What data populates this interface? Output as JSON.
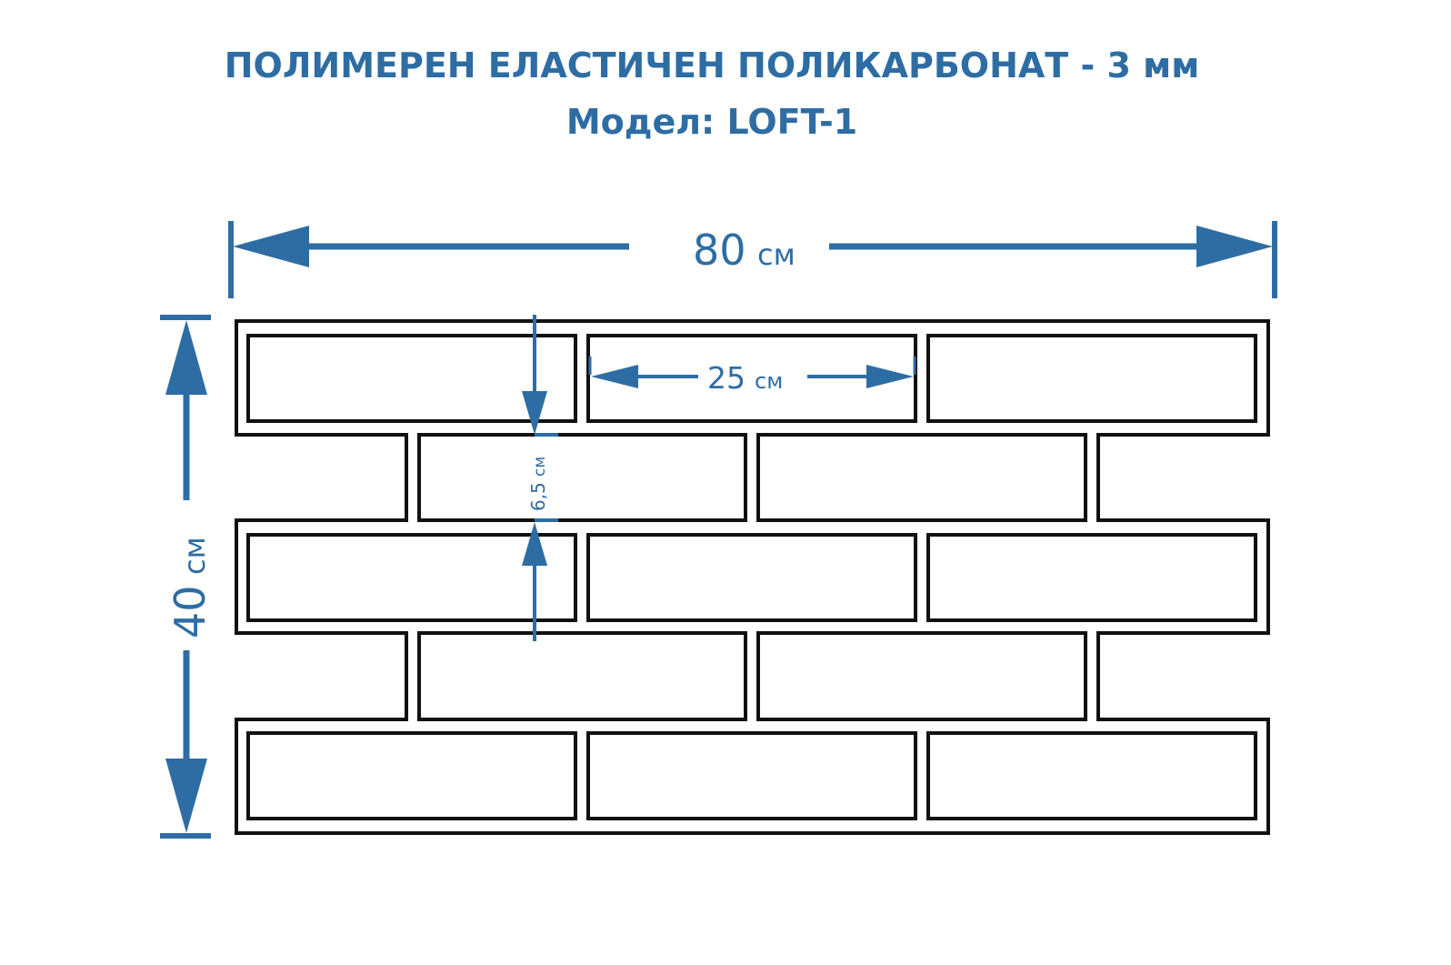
{
  "title": "ПОЛИМЕРЕН ЕЛАСТИЧЕН ПОЛИКАРБОНАТ - 3 мм",
  "subtitle": "Модел: LOFT-1",
  "dimensions": {
    "width": {
      "value": "80",
      "unit": "см"
    },
    "height": {
      "value": "40",
      "unit": "см"
    },
    "brick_length": {
      "value": "25",
      "unit": "см"
    },
    "brick_height": {
      "value": "6,5",
      "unit": "см"
    }
  },
  "colors": {
    "accent": "#2e6da4",
    "outline": "#111111"
  }
}
